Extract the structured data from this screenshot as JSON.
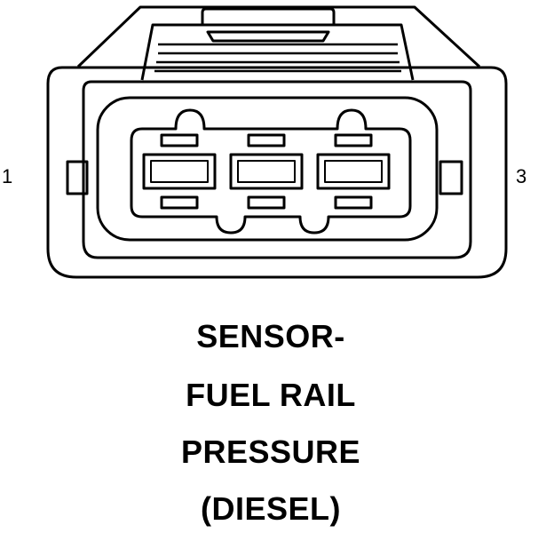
{
  "diagram": {
    "pin_left_label": "1",
    "pin_right_label": "3",
    "caption_lines": [
      "SENSOR-",
      "FUEL RAIL",
      "PRESSURE",
      "(DIESEL)"
    ],
    "stroke_color": "#000000",
    "background_color": "#ffffff"
  }
}
